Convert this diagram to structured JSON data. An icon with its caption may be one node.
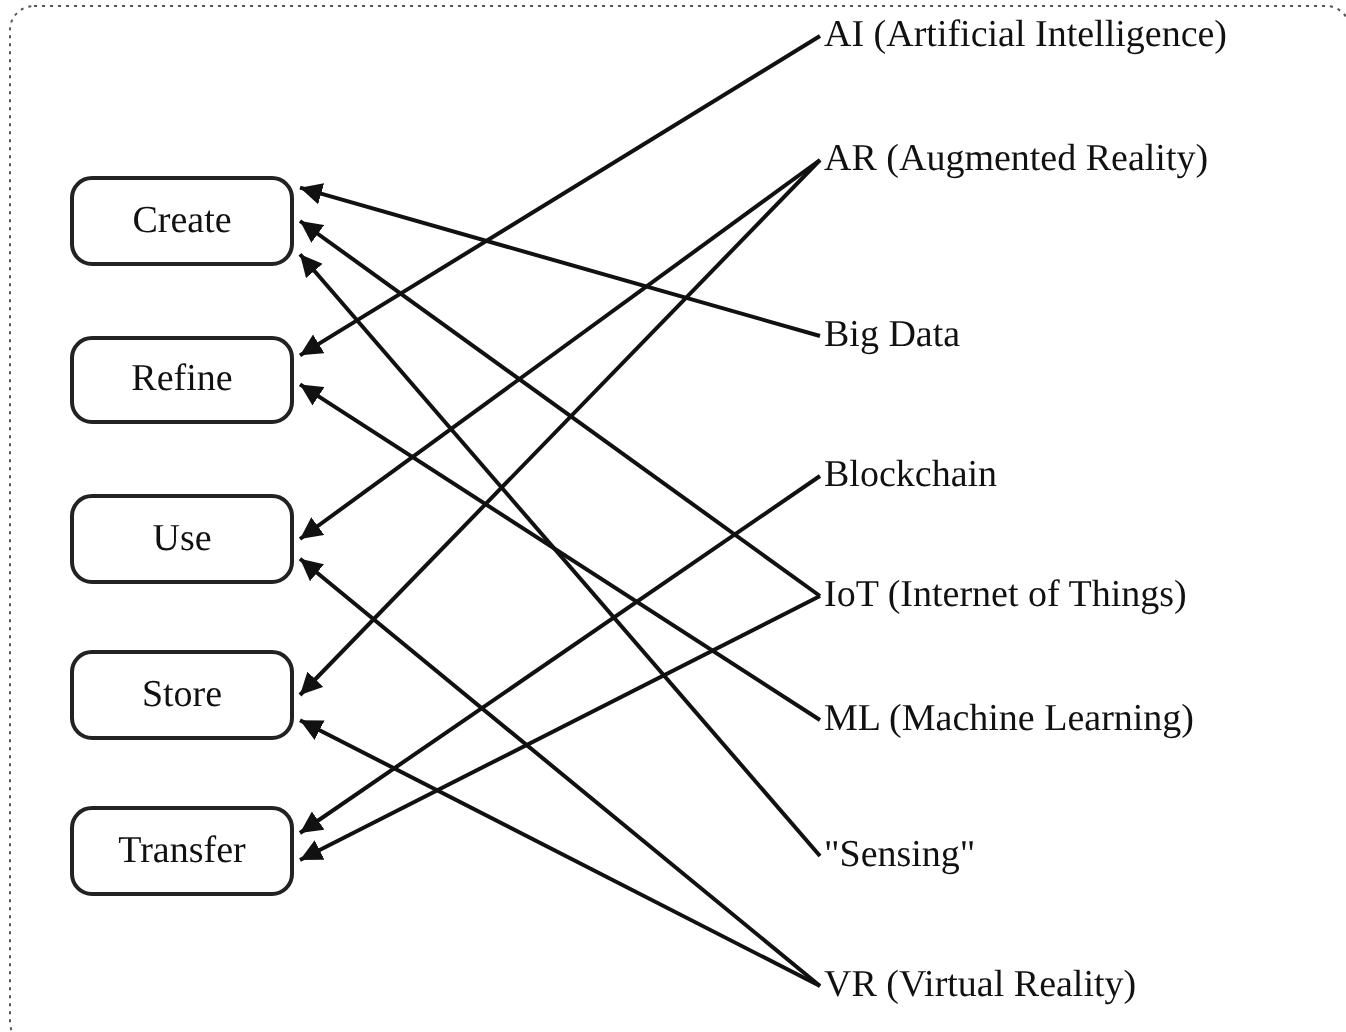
{
  "diagram": {
    "nodes": [
      {
        "text": [
          "Create"
        ]
      },
      {
        "text": [
          "Refine"
        ]
      },
      {
        "text": [
          "Use"
        ]
      },
      {
        "text": [
          "Store"
        ]
      },
      {
        "text": [
          "Transfer"
        ]
      },
      {
        "text": [
          "AI (Artificial Intelligence)"
        ]
      },
      {
        "text": [
          "AR (Augmented Reality)"
        ]
      },
      {
        "text": [
          "Big Data"
        ]
      },
      {
        "text": [
          "Blockchain"
        ]
      },
      {
        "text": [
          "IoT (Internet of Things)"
        ]
      },
      {
        "text": [
          "ML (Machine Learning)"
        ]
      },
      {
        "text": [
          "\"Sensing\""
        ]
      },
      {
        "text": [
          "VR (Virtual Reality)"
        ]
      }
    ],
    "edges": [
      {
        "from": 5,
        "to": 1,
        "arrow": "to"
      },
      {
        "from": 6,
        "to": 2,
        "arrow": "to"
      },
      {
        "from": 6,
        "to": 3,
        "arrow": "to"
      },
      {
        "from": 7,
        "to": 0,
        "arrow": "to"
      },
      {
        "from": 8,
        "to": 4,
        "arrow": "to"
      },
      {
        "from": 9,
        "to": 0,
        "arrow": "to"
      },
      {
        "from": 9,
        "to": 4,
        "arrow": "to"
      },
      {
        "from": 10,
        "to": 1,
        "arrow": "to"
      },
      {
        "from": 11,
        "to": 0,
        "arrow": "to"
      },
      {
        "from": 12,
        "to": 2,
        "arrow": "to"
      },
      {
        "from": 12,
        "to": 3,
        "arrow": "to"
      }
    ]
  }
}
